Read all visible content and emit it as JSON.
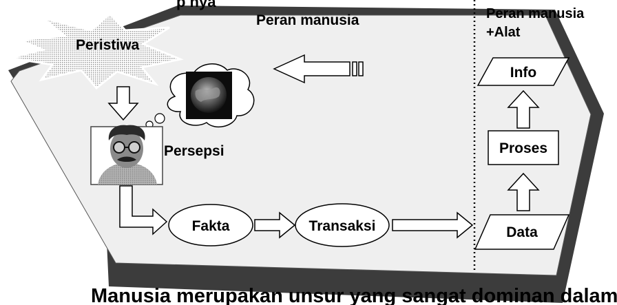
{
  "labels": {
    "top_cut": "Peran manusia",
    "top_cut_left": "p                  nya",
    "peran_manusia_alat_line1": "Peran manusia",
    "peran_manusia_alat_line2": "+Alat",
    "peristiwa": "Peristiwa",
    "persepsi": "Persepsi",
    "fakta": "Fakta",
    "transaksi": "Transaksi",
    "info": "Info",
    "proses": "Proses",
    "data": "Data",
    "caption": "Manusia merupakan unsur yang sangat dominan dalam"
  },
  "icons": {
    "thought_image": "globe-photo-icon",
    "person": "person-with-glasses-icon"
  },
  "colors": {
    "panel_fill": "#efefef",
    "panel_edge": "#4a4a4a",
    "divider": "#000000"
  }
}
